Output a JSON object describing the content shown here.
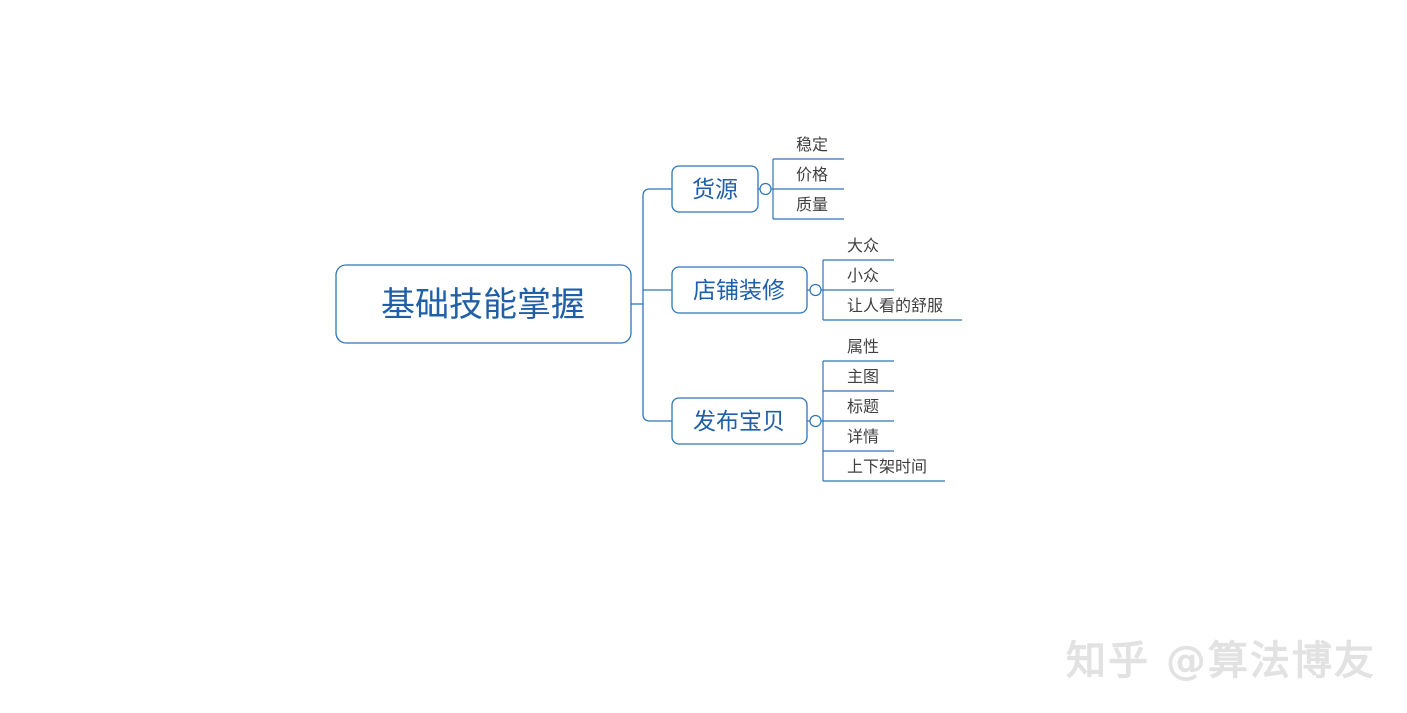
{
  "mindmap": {
    "root": "基础技能掌握",
    "branches": [
      {
        "label": "货源",
        "children": [
          "稳定",
          "价格",
          "质量"
        ]
      },
      {
        "label": "店铺装修",
        "children": [
          "大众",
          "小众",
          "让人看的舒服"
        ]
      },
      {
        "label": "发布宝贝",
        "children": [
          "属性",
          "主图",
          "标题",
          "详情",
          "上下架时间"
        ]
      }
    ]
  },
  "watermark": "知乎 @算法博友",
  "colors": {
    "line": "#2e75b6",
    "node_text": "#1f5fa8",
    "leaf_text": "#404040",
    "watermark": "#e2e2e2"
  }
}
